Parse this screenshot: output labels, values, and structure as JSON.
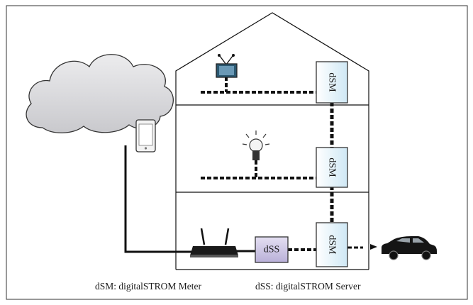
{
  "diagram": {
    "labels": {
      "dsm_top": "dSM",
      "dsm_middle": "dSM",
      "dsm_bottom": "dSM",
      "dss": "dSS"
    },
    "legend": {
      "dsm": "dSM: digitalSTROM Meter",
      "dss": "dSS: digitalSTROM Server"
    },
    "colors": {
      "dsm_fill": "#d7ecf6",
      "dss_fill": "#cbc3e3",
      "cloud_fill": "#d6d6d9",
      "bus_line": "#111111"
    },
    "icons": [
      "cloud-icon",
      "tablet-icon",
      "tv-icon",
      "lightbulb-icon",
      "router-icon",
      "car-icon"
    ]
  }
}
